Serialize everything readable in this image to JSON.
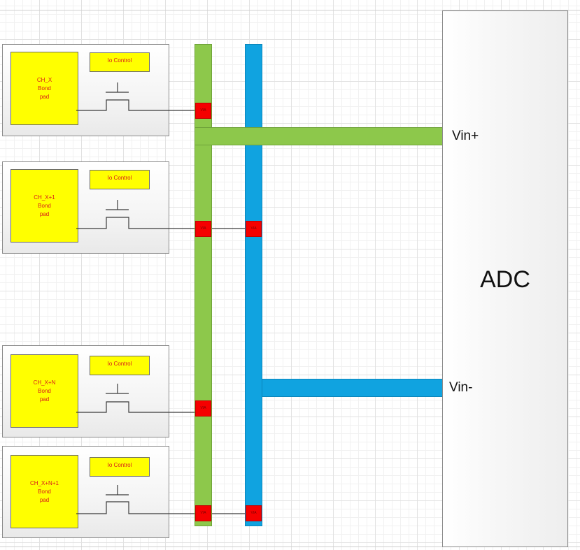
{
  "channels": [
    {
      "pad_lines": [
        "CH_X",
        "Bond",
        "pad"
      ],
      "control": "Io Control"
    },
    {
      "pad_lines": [
        "CH_X+1",
        "Bond",
        "pad"
      ],
      "control": "Io Control"
    },
    {
      "pad_lines": [
        "CH_X+N",
        "Bond",
        "pad"
      ],
      "control": "Io Control"
    },
    {
      "pad_lines": [
        "CH_X+N+1",
        "Bond",
        "pad"
      ],
      "control": "Io Control"
    }
  ],
  "via_label": "VIA",
  "adc": {
    "label": "ADC",
    "vin_plus": "Vin+",
    "vin_minus": "Vin-"
  },
  "colors": {
    "pad": "#ffff00",
    "pad_text": "#d81b1b",
    "green_bus": "#8dc84b",
    "blue_bus": "#10a3e0",
    "via": "#f50000"
  }
}
